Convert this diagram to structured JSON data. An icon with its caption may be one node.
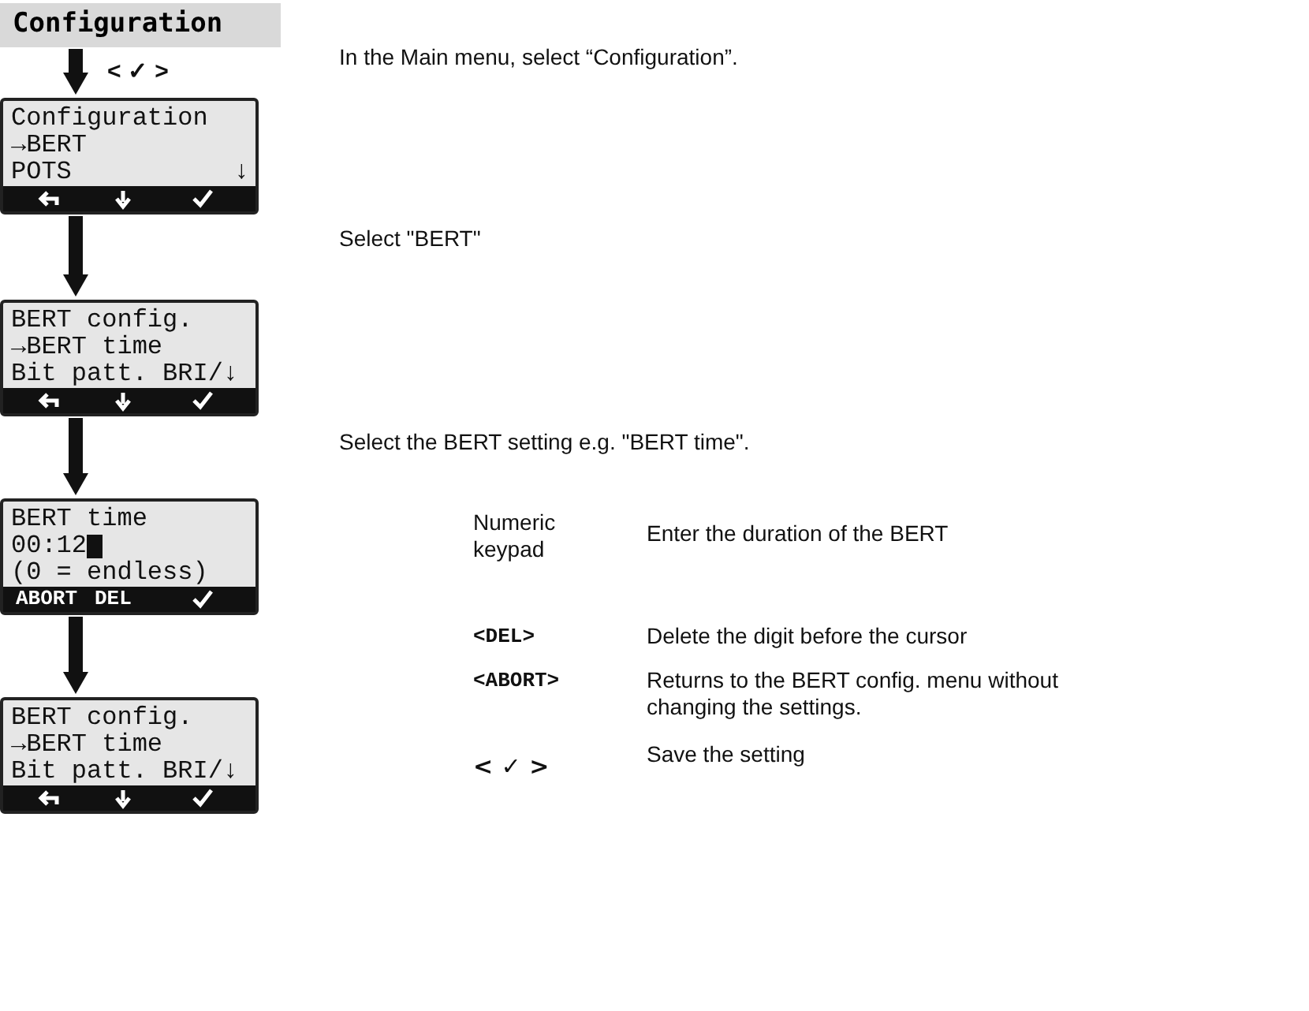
{
  "diagram": {
    "nodes": [
      {
        "text": [
          "Configuration"
        ],
        "beside": [
          "In the Main menu, select “Configuration”."
        ]
      },
      {
        "text": [
          "Configuration",
          "→BERT",
          "POTS",
          "↓"
        ],
        "beside": [
          "Select \"BERT\""
        ]
      },
      {
        "text": [
          "BERT config.",
          "→BERT time",
          "Bit patt. BRI/↓"
        ],
        "beside": [
          "Select the BERT setting e.g.  \"BERT time\"."
        ]
      },
      {
        "text": [
          "BERT time",
          "00:12",
          "(0 = endless)",
          "ABORT",
          "DEL"
        ]
      },
      {
        "text": [
          "BERT config.",
          "→BERT time",
          "Bit patt. BRI/↓"
        ]
      }
    ],
    "edges": [
      {
        "from": 0,
        "to": 1,
        "arrow": "to",
        "label": "< ✓ >"
      },
      {
        "from": 1,
        "to": 2,
        "arrow": "to"
      },
      {
        "from": 2,
        "to": 3,
        "arrow": "to"
      },
      {
        "from": 3,
        "to": 4,
        "arrow": "to"
      }
    ],
    "labels": [
      "Numeric keypad",
      "Enter the duration of the BERT",
      "<DEL>",
      "Delete the digit before the cursor",
      "<ABORT>",
      "Returns to the BERT config. menu without changing the settings.",
      "< ✓ >",
      "Save the setting"
    ]
  }
}
